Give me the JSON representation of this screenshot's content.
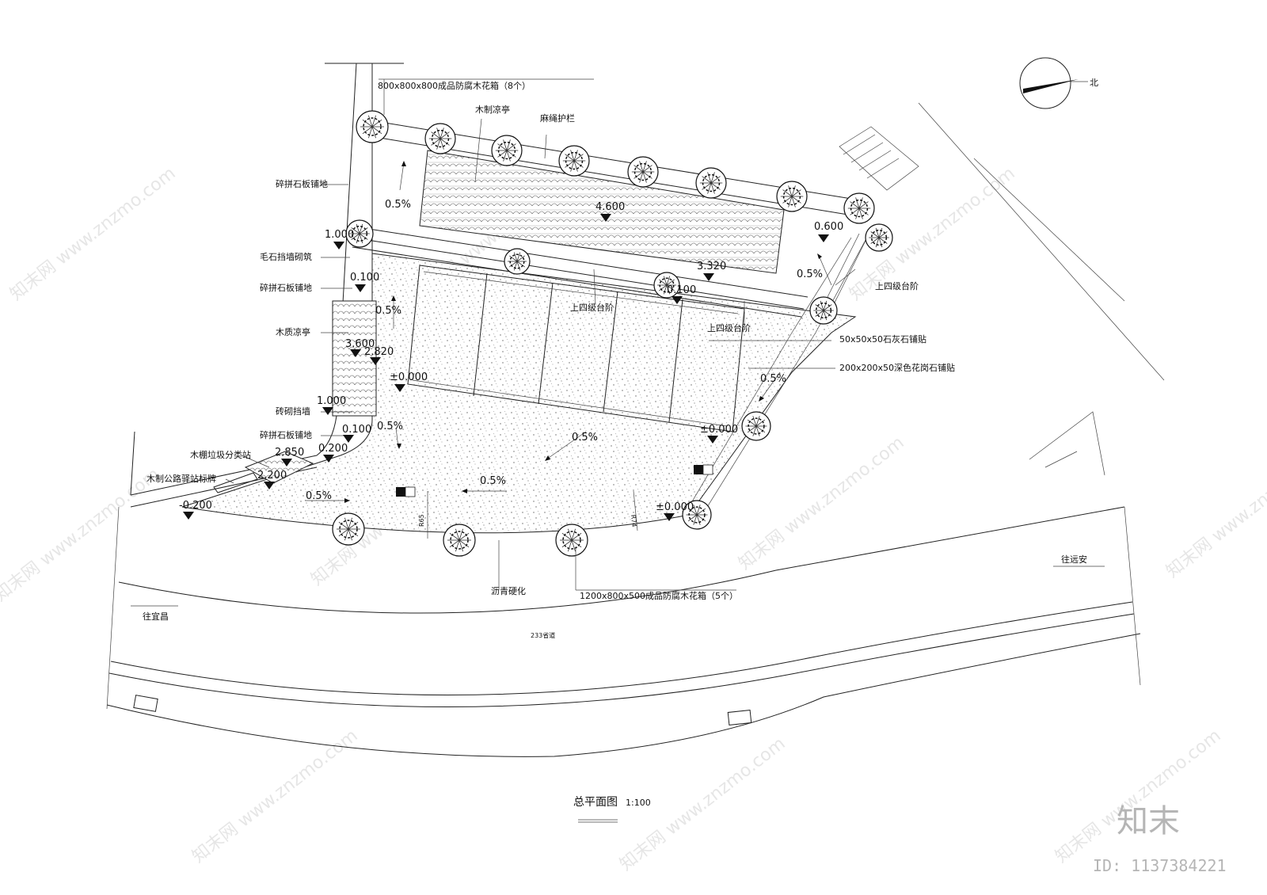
{
  "labels": {
    "planter_small": "800x800x800成品防腐木花箱（8个）",
    "pavilion_wood": "木制凉亭",
    "rope_fence": "麻绳护栏",
    "north": "北",
    "crazy_paving_1": "碎拼石板铺地",
    "rubble_wall": "毛石挡墙砌筑",
    "crazy_paving_2": "碎拼石板铺地",
    "wood_pavilion": "木质凉亭",
    "brick_wall": "砖砌挡墙",
    "crazy_paving_3": "碎拼石板铺地",
    "waste_station": "木棚垃圾分类站",
    "bus_sign": "木制公路驿站标牌",
    "steps_1": "上四级台阶",
    "steps_2": "上四级台阶",
    "steps_3": "上四级台阶",
    "limestone": "50x50x50石灰石铺贴",
    "granite": "200x200x50深色花岗石铺贴",
    "asphalt": "沥青硬化",
    "planter_large": "1200x800x500成品防腐木花箱（5个）",
    "to_yuanan": "往远安",
    "to_yichang": "往宜昌",
    "road": "233省道"
  },
  "elevations": {
    "e1": "4.600",
    "e2": "1.000",
    "e3": "0.600",
    "e4": "3.320",
    "e5": "0.100",
    "e6": "3.600",
    "e7": "2.820",
    "e8": "±0.000",
    "e9": "1.000",
    "e10": "0.100",
    "e11": "2.850",
    "e12": "0.200",
    "e13": "2.200",
    "e14": "-0.200",
    "e15": "±0.000",
    "e16": "±0.000",
    "e17": "0.100"
  },
  "slopes": {
    "s1": "0.5%",
    "s2": "0.5%",
    "s3": "0.5%",
    "s4": "0.5%",
    "s5": "0.5%",
    "s6": "0.5%",
    "s7": "0.5%",
    "s8": "0.5%"
  },
  "dims": {
    "r1": "R65",
    "r2": "R74"
  },
  "title": {
    "name": "总平面图",
    "scale": "1:100"
  },
  "brand": {
    "logo": "知末",
    "id": "ID: 1137384221"
  },
  "watermark": "知末网 www.znzmo.com",
  "colors": {
    "line": "#222222",
    "watermark": "#c8c8c8"
  }
}
